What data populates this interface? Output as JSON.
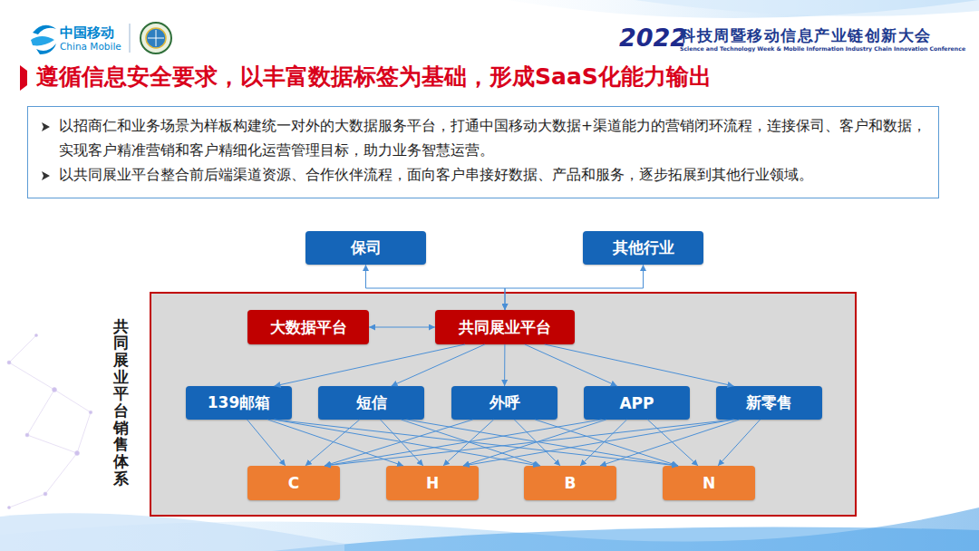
{
  "diagram": {
    "title": "遵循信息安全要求，以丰富数据标签为基础，形成SaaS化能力输出",
    "nodes": [
      {
        "text": [
          "以招商仁和业务场景为样板构建统一对外的大数据服务平台，打通中国移动大数据+渠道能力的营销闭环流程，连接保司、客户和数据，实现客户精准营销和客户精细化运营管理目标，助力业务智慧运营。",
          "以共同展业平台整合前后端渠道资源、合作伙伴流程，面向客户串接好数据、产品和服务，逐步拓展到其他行业领域。"
        ]
      },
      {
        "text": [
          "保司"
        ]
      },
      {
        "text": [
          "其他行业"
        ]
      },
      {
        "text": [
          "共同展业平台销售体系"
        ]
      },
      {
        "text": [
          "大数据平台"
        ],
        "in": 3
      },
      {
        "text": [
          "共同展业平台"
        ],
        "in": 3
      },
      {
        "text": [
          "139邮箱"
        ],
        "in": 3
      },
      {
        "text": [
          "短信"
        ],
        "in": 3
      },
      {
        "text": [
          "外呼"
        ],
        "in": 3
      },
      {
        "text": [
          "APP"
        ],
        "in": 3
      },
      {
        "text": [
          "新零售"
        ],
        "in": 3
      },
      {
        "text": [
          "C"
        ],
        "in": 3
      },
      {
        "text": [
          "H"
        ],
        "in": 3
      },
      {
        "text": [
          "B"
        ],
        "in": 3
      },
      {
        "text": [
          "N"
        ],
        "in": 3
      }
    ],
    "edges": [
      {
        "from": 1,
        "to": 5,
        "arrow": "both"
      },
      {
        "from": 2,
        "to": 5,
        "arrow": "both"
      },
      {
        "from": 4,
        "to": 5,
        "arrow": "both"
      },
      {
        "from": 5,
        "to": 6,
        "arrow": "to"
      },
      {
        "from": 5,
        "to": 7,
        "arrow": "to"
      },
      {
        "from": 5,
        "to": 8,
        "arrow": "to"
      },
      {
        "from": 5,
        "to": 9,
        "arrow": "to"
      },
      {
        "from": 5,
        "to": 10,
        "arrow": "to"
      },
      {
        "from": 6,
        "to": 11,
        "arrow": "to"
      },
      {
        "from": 6,
        "to": 12,
        "arrow": "to"
      },
      {
        "from": 6,
        "to": 13,
        "arrow": "to"
      },
      {
        "from": 6,
        "to": 14,
        "arrow": "to"
      },
      {
        "from": 7,
        "to": 11,
        "arrow": "to"
      },
      {
        "from": 7,
        "to": 12,
        "arrow": "to"
      },
      {
        "from": 7,
        "to": 13,
        "arrow": "to"
      },
      {
        "from": 7,
        "to": 14,
        "arrow": "to"
      },
      {
        "from": 8,
        "to": 11,
        "arrow": "to"
      },
      {
        "from": 8,
        "to": 12,
        "arrow": "to"
      },
      {
        "from": 8,
        "to": 13,
        "arrow": "to"
      },
      {
        "from": 8,
        "to": 14,
        "arrow": "to"
      },
      {
        "from": 9,
        "to": 11,
        "arrow": "to"
      },
      {
        "from": 9,
        "to": 12,
        "arrow": "to"
      },
      {
        "from": 9,
        "to": 13,
        "arrow": "to"
      },
      {
        "from": 9,
        "to": 14,
        "arrow": "to"
      },
      {
        "from": 10,
        "to": 11,
        "arrow": "to"
      },
      {
        "from": 10,
        "to": 12,
        "arrow": "to"
      },
      {
        "from": 10,
        "to": 13,
        "arrow": "to"
      },
      {
        "from": 10,
        "to": 14,
        "arrow": "to"
      }
    ],
    "labels": [
      "中国移动",
      "China Mobile",
      "2022",
      "科技周暨移动信息产业链创新大会",
      "Science and Technology Week & Mobile Information Industry Chain Innovation Conference"
    ]
  }
}
